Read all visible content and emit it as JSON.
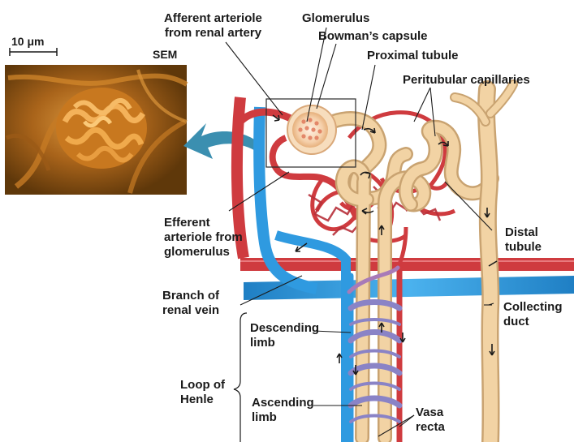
{
  "figure": {
    "labels": {
      "afferent_arteriole": [
        "Afferent arteriole",
        "from renal artery"
      ],
      "glomerulus": "Glomerulus",
      "bowmans_capsule": "Bowman’s capsule",
      "proximal_tubule": "Proximal tubule",
      "peritubular_capillaries": "Peritubular capillaries",
      "efferent_arteriole": [
        "Efferent",
        "arteriole from",
        "glomerulus"
      ],
      "distal_tubule": [
        "Distal",
        "tubule"
      ],
      "branch_renal_vein": [
        "Branch of",
        "renal vein"
      ],
      "collecting_duct": [
        "Collecting",
        "duct"
      ],
      "descending_limb": [
        "Descending",
        "limb"
      ],
      "loop_of_henle": [
        "Loop of",
        "Henle"
      ],
      "ascending_limb": [
        "Ascending",
        "limb"
      ],
      "vasa_recta": [
        "Vasa",
        "recta"
      ]
    },
    "micrograph": {
      "scale_bar_label": "10 μm",
      "type_label": "SEM"
    },
    "colors": {
      "artery": "#cf3b3f",
      "vein": "#2f9ae0",
      "tubule": "#f2d3a4",
      "tubule_outline": "#c9a371",
      "vasa_recta_mid": "#8a83c6",
      "pointer_arrow": "#3b8fb0",
      "sem_background": "#7a4a12",
      "sem_highlight": "#e39a34"
    }
  }
}
